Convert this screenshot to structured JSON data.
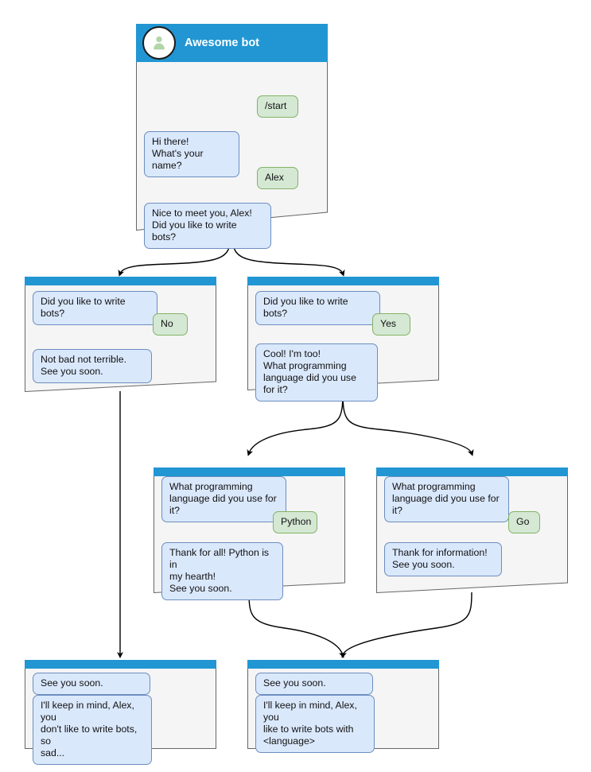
{
  "diagram": {
    "title": "Awesome bot conversation flow",
    "colors": {
      "header_blue": "#2196d3",
      "node_body": "#f5f5f5",
      "node_border": "#666666",
      "bot_bubble_fill": "#dae8fc",
      "bot_bubble_border": "#6c8ebf",
      "user_bubble_fill": "#d5e8d4",
      "user_bubble_border": "#82b366",
      "edge_stroke": "#000000",
      "avatar_fill": "#b3d5a8"
    }
  },
  "nodes": {
    "root": {
      "id": "root",
      "title": "Awesome bot",
      "avatar_icon": "person-avatar-icon",
      "messages": [
        {
          "from": "user",
          "text": "/start"
        },
        {
          "from": "bot",
          "text": "Hi there!\nWhat's your name?"
        },
        {
          "from": "user",
          "text": "Alex"
        },
        {
          "from": "bot",
          "text": "Nice to meet you, Alex!\nDid you like to write bots?"
        }
      ]
    },
    "no_branch": {
      "id": "no-branch",
      "messages": [
        {
          "from": "bot",
          "text": "Did you like to write bots?"
        },
        {
          "from": "user",
          "text": "No"
        },
        {
          "from": "bot",
          "text": "Not bad not terrible.\nSee you soon."
        }
      ]
    },
    "yes_branch": {
      "id": "yes-branch",
      "messages": [
        {
          "from": "bot",
          "text": "Did you like to write bots?"
        },
        {
          "from": "user",
          "text": "Yes"
        },
        {
          "from": "bot",
          "text": "Cool! I'm too!\nWhat programming\nlanguage did you use for it?"
        }
      ]
    },
    "python_branch": {
      "id": "python-branch",
      "messages": [
        {
          "from": "bot",
          "text": "What programming\nlanguage did you use for it?"
        },
        {
          "from": "user",
          "text": "Python"
        },
        {
          "from": "bot",
          "text": "Thank for all! Python is in\nmy hearth!\nSee you soon."
        }
      ]
    },
    "go_branch": {
      "id": "go-branch",
      "messages": [
        {
          "from": "bot",
          "text": "What programming\nlanguage did you use for it?"
        },
        {
          "from": "user",
          "text": "Go"
        },
        {
          "from": "bot",
          "text": "Thank for information!\nSee you soon."
        }
      ]
    },
    "end_sad": {
      "id": "end-sad",
      "messages": [
        {
          "from": "bot",
          "text": "See you soon."
        },
        {
          "from": "bot",
          "text": "I'll keep in mind, Alex, you\ndon't like to write bots, so\nsad..."
        }
      ]
    },
    "end_happy": {
      "id": "end-happy",
      "messages": [
        {
          "from": "bot",
          "text": "See you soon."
        },
        {
          "from": "bot",
          "text": "I'll keep in mind, Alex, you\nlike to write bots with\n<language>"
        }
      ]
    }
  }
}
